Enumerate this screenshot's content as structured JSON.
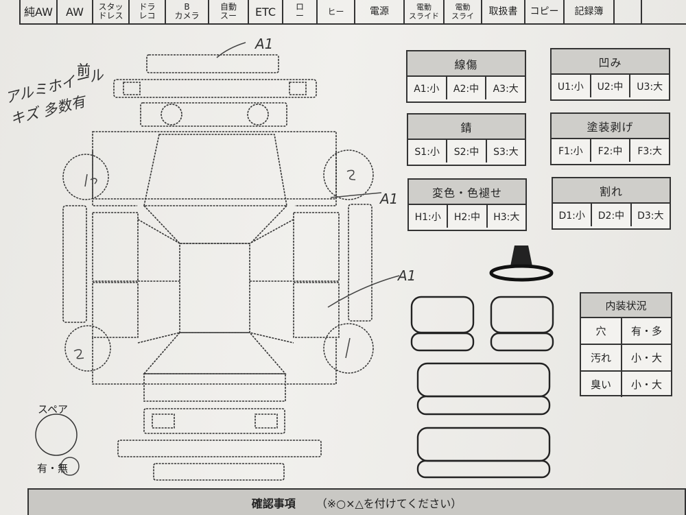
{
  "top_strip": {
    "cells": [
      "純AW",
      "AW",
      "スタッ\nドレス",
      "ドラ\nレコ",
      "B\nカメラ",
      "自動\nスー",
      "ETC",
      "ロ\nー",
      "ヒー",
      "電源",
      "電動\nスライド",
      "電動\nスライ",
      "取扱書",
      "コピー",
      "記録簿",
      ""
    ]
  },
  "diagram": {
    "front_label": "前",
    "spare_label": "スペア",
    "spare_options": "有・無",
    "handwritten_wheel_note": "アルミホイール キズ 多数有",
    "marks": {
      "front_bumper": "A1",
      "right_front_panel": "A1",
      "right_side": "A1",
      "wheel_front_left": "1",
      "wheel_front_right": "2",
      "wheel_rear_left": "2",
      "wheel_rear_right": "1"
    }
  },
  "legends": [
    {
      "title": "線傷",
      "items": [
        "A1:小",
        "A2:中",
        "A3:大"
      ]
    },
    {
      "title": "凹み",
      "items": [
        "U1:小",
        "U2:中",
        "U3:大"
      ]
    },
    {
      "title": "錆",
      "items": [
        "S1:小",
        "S2:中",
        "S3:大"
      ]
    },
    {
      "title": "塗装剥げ",
      "items": [
        "F1:小",
        "F2:中",
        "F3:大"
      ]
    },
    {
      "title": "変色・色褪せ",
      "items": [
        "H1:小",
        "H2:中",
        "H3:大"
      ]
    },
    {
      "title": "割れ",
      "items": [
        "D1:小",
        "D2:中",
        "D3:大"
      ]
    }
  ],
  "interior": {
    "title": "内装状況",
    "rows": [
      {
        "label": "穴",
        "value": "有・多"
      },
      {
        "label": "汚れ",
        "value": "小・大"
      },
      {
        "label": "臭い",
        "value": "小・大"
      }
    ]
  },
  "footer": {
    "title": "確認事項",
    "note": "（※○×△を付けてください）"
  }
}
